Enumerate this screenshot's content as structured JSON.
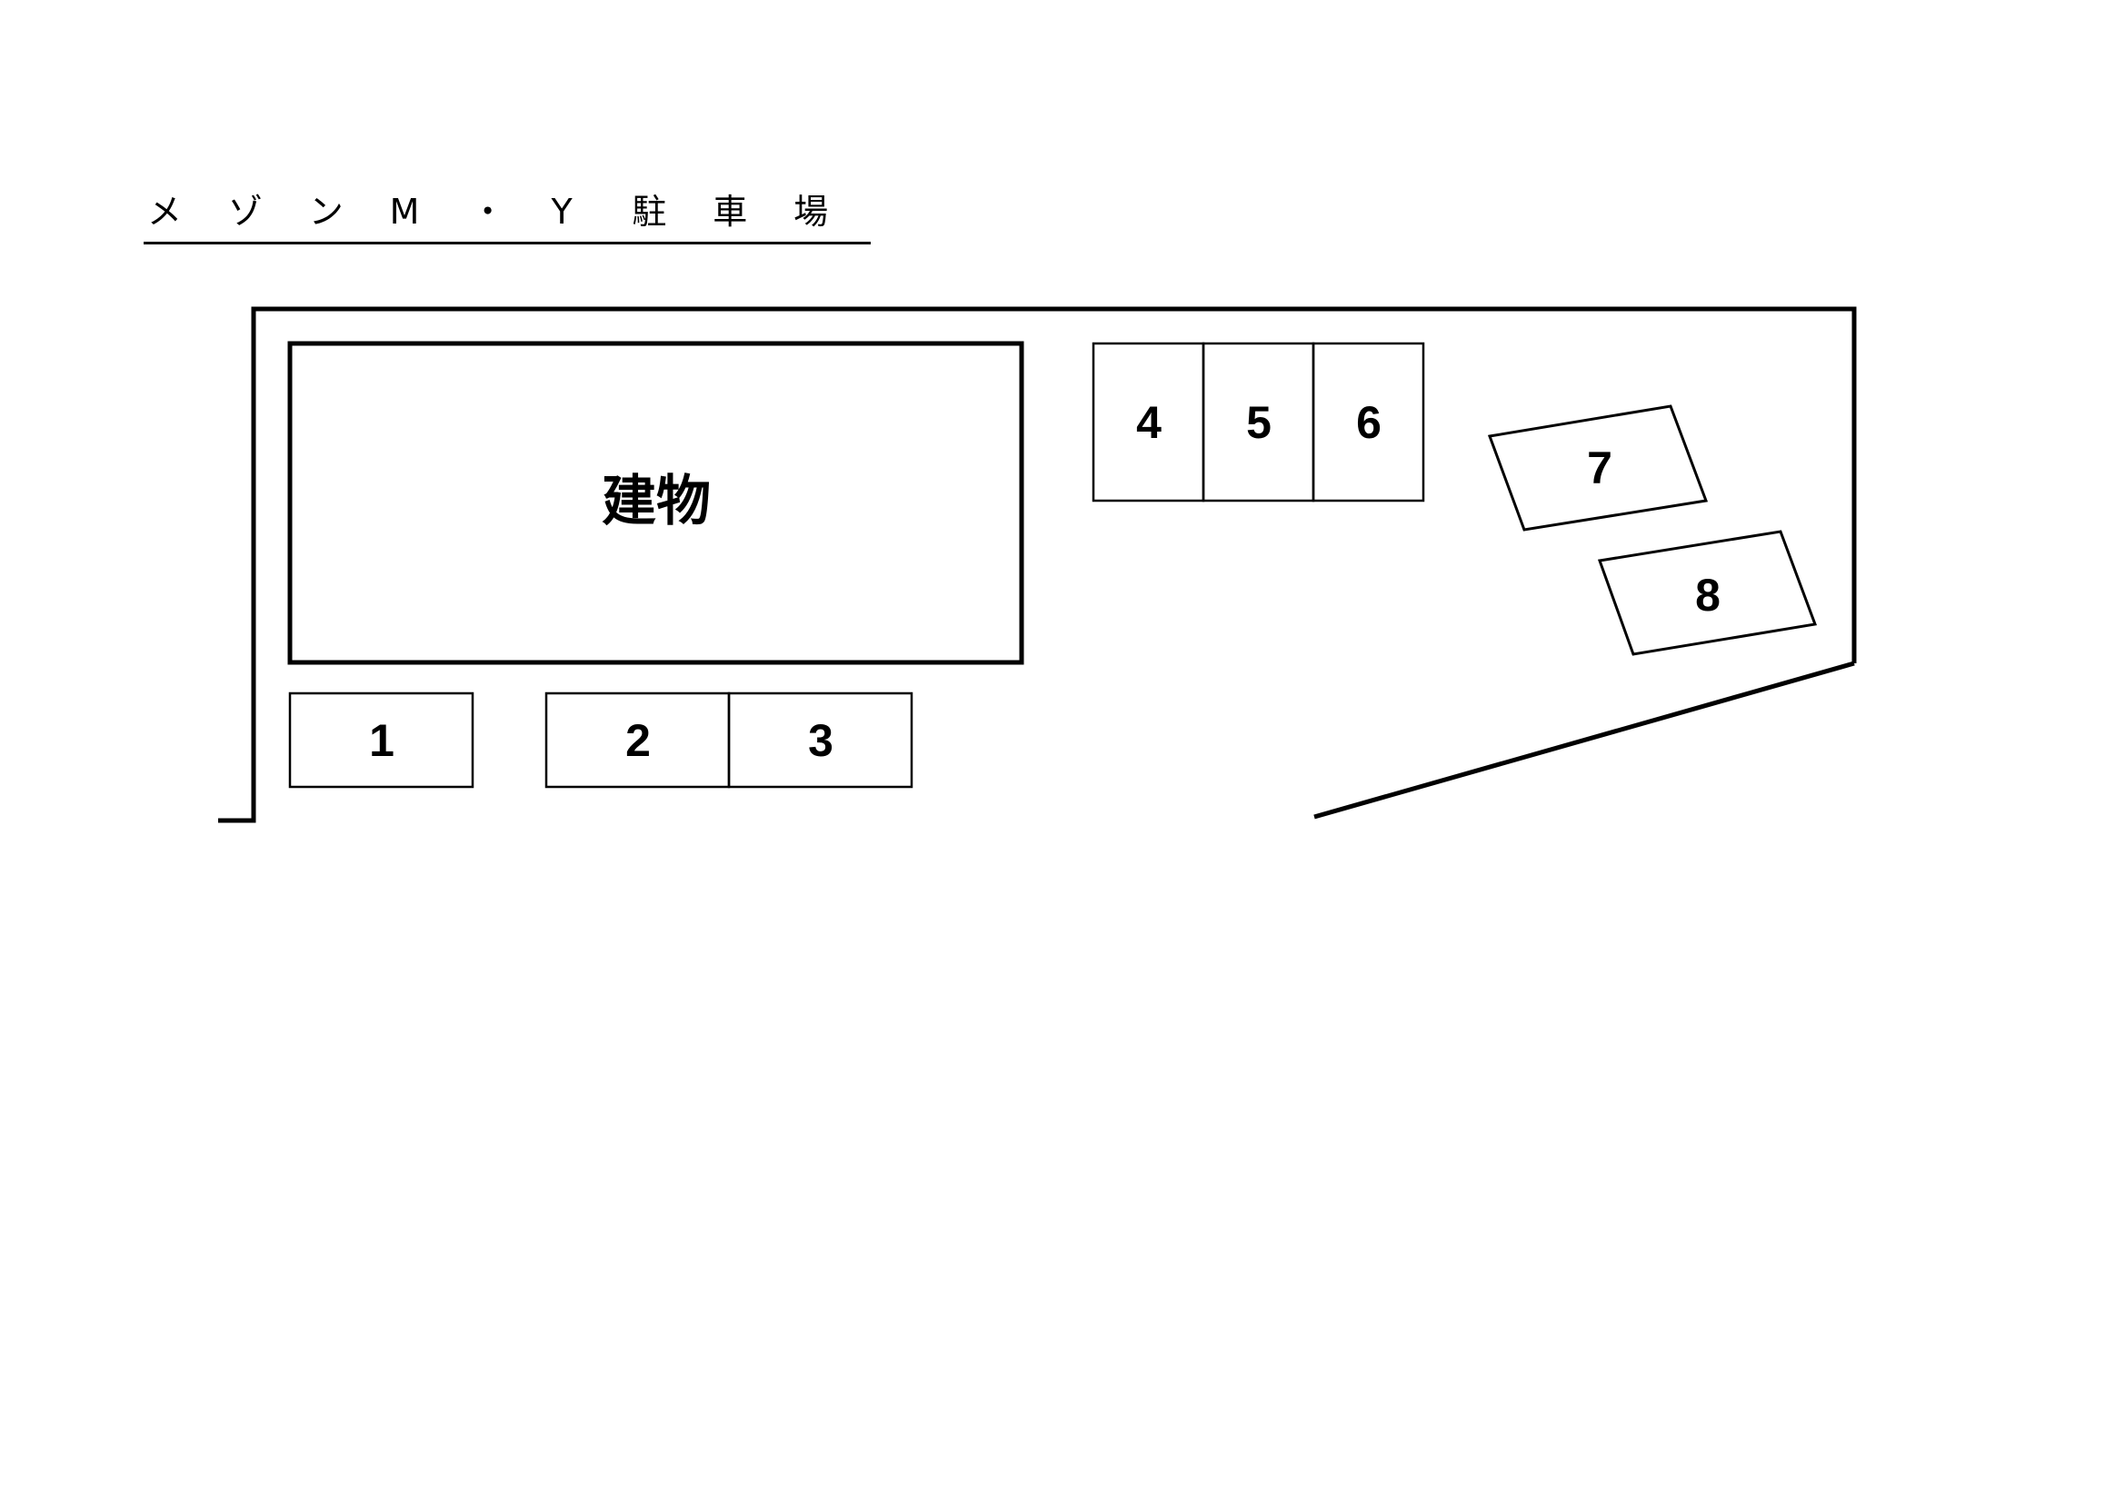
{
  "title": {
    "chars": [
      "メ",
      "ゾ",
      "ン",
      "M",
      "・",
      "Y",
      "駐",
      "車",
      "場"
    ],
    "text": "メゾンM・Y駐車場"
  },
  "building": {
    "label": "建物"
  },
  "spaces": [
    "1",
    "2",
    "3",
    "4",
    "5",
    "6",
    "7",
    "8"
  ]
}
